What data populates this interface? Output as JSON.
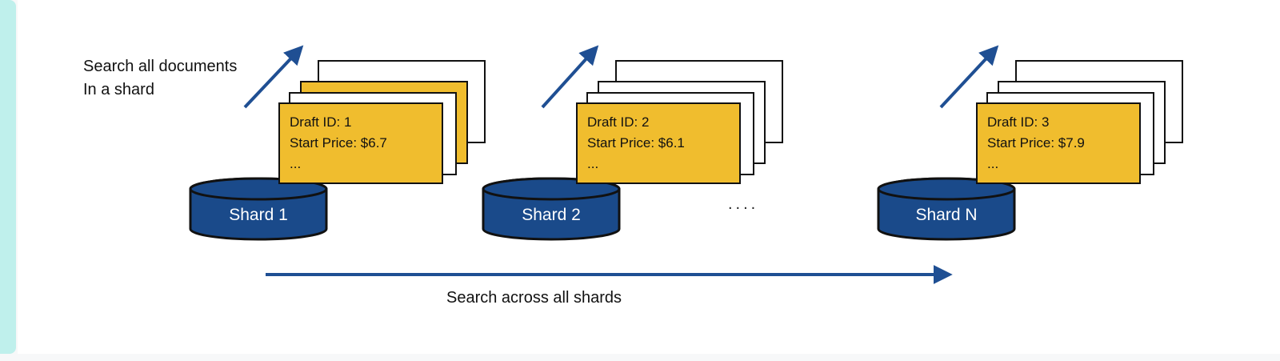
{
  "annotations": {
    "search_shard_line1": "Search all documents",
    "search_shard_line2": "In a shard",
    "search_across": "Search across all shards",
    "ellipsis": "...."
  },
  "shards": [
    {
      "label": "Shard 1",
      "draft_id": "Draft ID: 1",
      "start_price": "Start Price: $6.7",
      "more": "..."
    },
    {
      "label": "Shard 2",
      "draft_id": "Draft ID: 2",
      "start_price": "Start Price: $6.1",
      "more": "..."
    },
    {
      "label": "Shard N",
      "draft_id": "Draft ID: 3",
      "start_price": "Start Price: $7.9",
      "more": "..."
    }
  ],
  "colors": {
    "shard_fill": "#1a4a8a",
    "shard_stroke": "#111111",
    "card_fill": "#f0bd2e",
    "arrow": "#1f4f93",
    "accent_bar": "#bff0ec"
  }
}
